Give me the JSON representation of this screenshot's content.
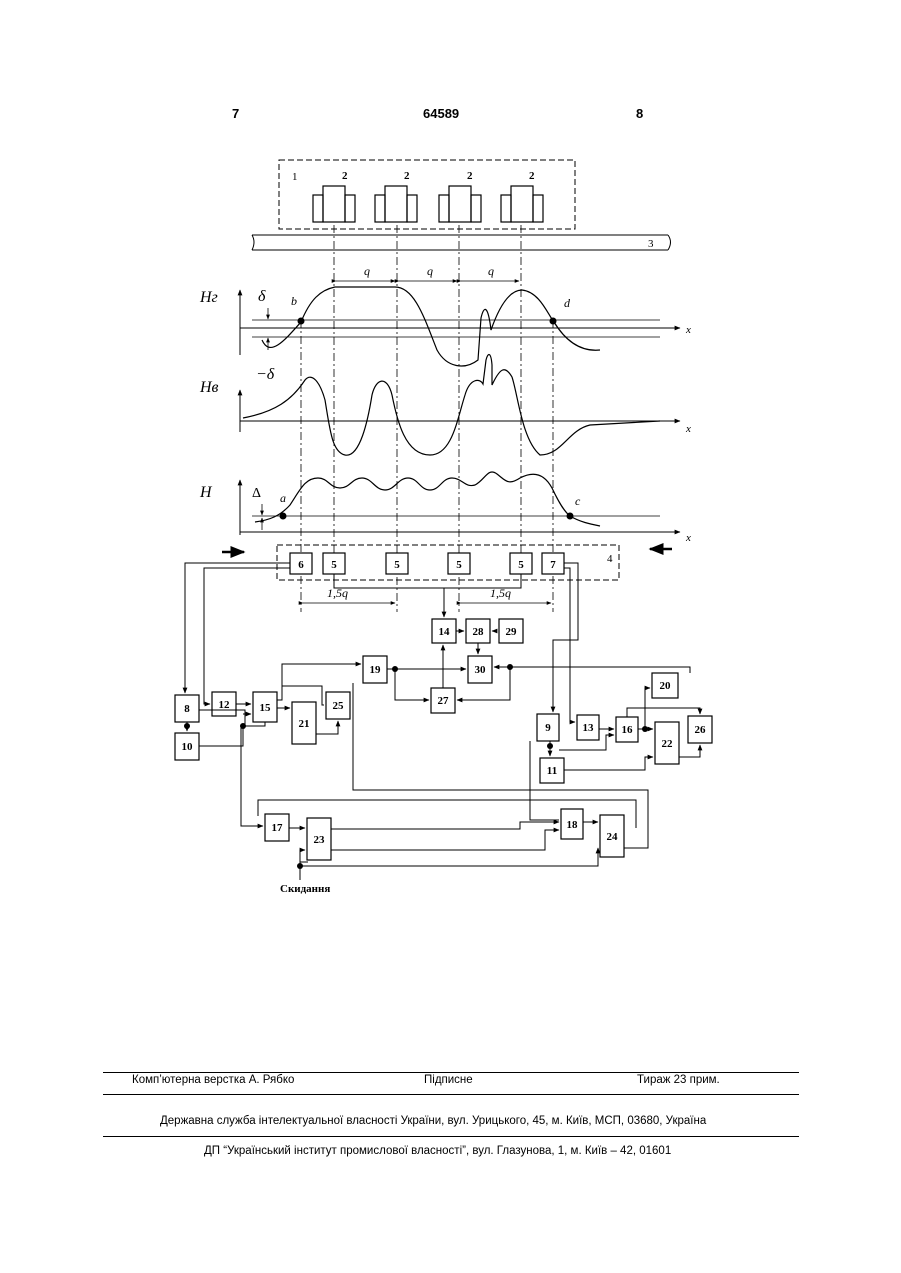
{
  "header": {
    "page_left": "7",
    "patent_number": "64589",
    "page_right": "8"
  },
  "figure": {
    "sensor_labels": {
      "unit": "1",
      "sensor": "2",
      "rail": "3",
      "scanner": "4"
    },
    "spacing_label": "q",
    "graph_labels": {
      "hr": "Hг",
      "hv": "Hв",
      "h": "H",
      "delta_small": "δ",
      "neg_delta": "−δ",
      "big_delta": "Δ",
      "axis_x": "x",
      "point_a": "a",
      "point_b": "b",
      "point_c": "c",
      "point_d": "d"
    },
    "scanner_cells": [
      "6",
      "5",
      "5",
      "5",
      "5",
      "7"
    ],
    "distance_label": "1,5q",
    "blocks": [
      "8",
      "9",
      "10",
      "11",
      "12",
      "13",
      "14",
      "15",
      "16",
      "17",
      "18",
      "19",
      "20",
      "21",
      "22",
      "23",
      "24",
      "25",
      "26",
      "27",
      "28",
      "29",
      "30"
    ],
    "reset_label": "Скидання"
  },
  "footer": {
    "layout": "Комп’ютерна верстка А. Рябко",
    "signed": "Підписне",
    "circulation": "Тираж 23 прим.",
    "office": "Державна служба інтелектуальної власності України, вул. Урицького, 45, м. Київ, МСП, 03680, Україна",
    "institute": "ДП “Український інститут промислової власності”, вул. Глазунова, 1, м. Київ – 42, 01601"
  }
}
